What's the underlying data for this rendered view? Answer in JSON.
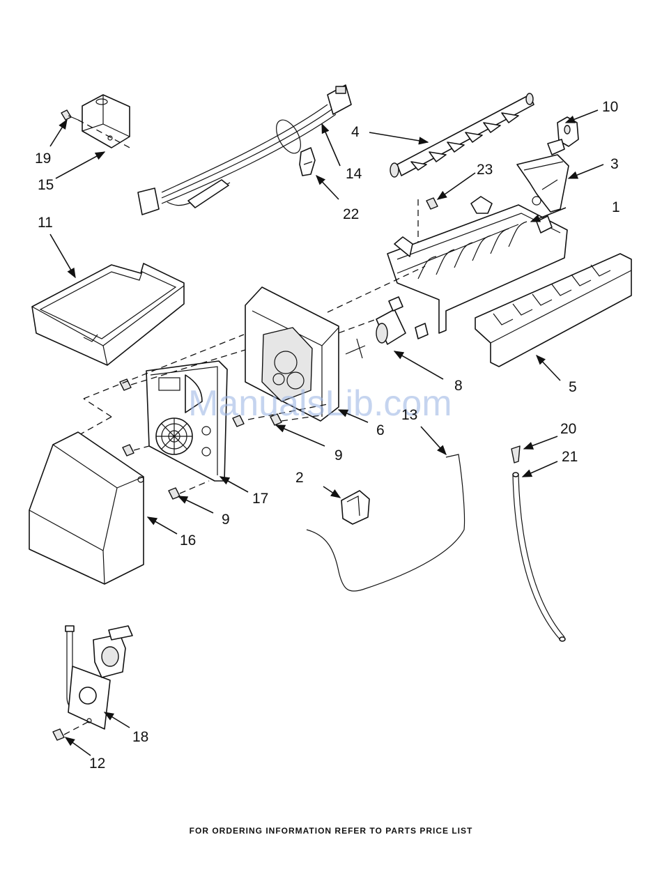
{
  "watermark": "ManualsLib.com",
  "footer": "FOR ORDERING INFORMATION REFER TO PARTS PRICE LIST",
  "callouts": {
    "c1": "1",
    "c2": "2",
    "c3": "3",
    "c4": "4",
    "c5": "5",
    "c6": "6",
    "c8": "8",
    "c9a": "9",
    "c9b": "9",
    "c10": "10",
    "c11": "11",
    "c12": "12",
    "c13": "13",
    "c14": "14",
    "c15": "15",
    "c16": "16",
    "c17": "17",
    "c18": "18",
    "c19": "19",
    "c20": "20",
    "c21": "21",
    "c22": "22",
    "c23": "23"
  }
}
